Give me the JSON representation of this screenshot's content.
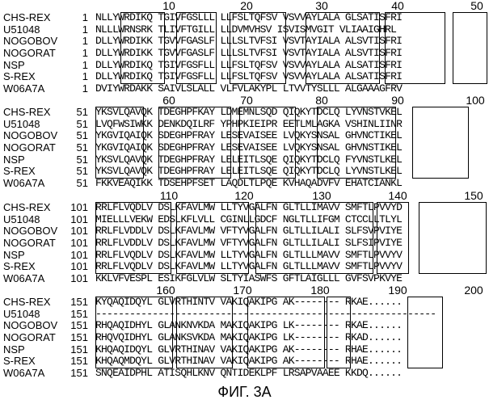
{
  "caption": "ФИГ. 3А",
  "blocks": [
    {
      "ruler": [
        "10",
        "20",
        "30",
        "40",
        "50"
      ],
      "rows": [
        {
          "name": "CHS-REX",
          "start": "1",
          "seq": "NLLYWRDIKQ TGIVFGSLLL LLFSLTQFSV VSVVAYLALA GLSATISFRI"
        },
        {
          "name": "U51048",
          "start": "1",
          "seq": "NLLLWRNSRK TLIVFTGILL LLDVMVHSV ISVISMVGIT VLIAAIGHRL"
        },
        {
          "name": "NOGOBOV",
          "start": "1",
          "seq": "DLLYWRDIKK TGVVFGASLF LLLSLTVFSI VSVTAYIALA ALSVTISFRI"
        },
        {
          "name": "NOGORAT",
          "start": "1",
          "seq": "DLLYWRDIKK TGVVFGASLF LLLSLTVFSI VSVTAYIALA ALSVTISFRI"
        },
        {
          "name": "NSP",
          "start": "1",
          "seq": "DLLYWRDIKQ TGIVFGSFLL LLFSLTQFSV VSVVAYLALA ALSATISFRI"
        },
        {
          "name": "S-REX",
          "start": "1",
          "seq": "DLLYWRDIKQ TGIVFGSFLL LLFSLTQFSV VSVVAYLALA ALSATISFRI"
        },
        {
          "name": "W06A7A",
          "start": "1",
          "seq": "DVIYWRDAKK SAIVLSLALL VLFVLAKYPL LTVVTYSLLL ALGAAAGFRV"
        }
      ]
    },
    {
      "ruler": [
        "60",
        "70",
        "80",
        "90",
        "100"
      ],
      "rows": [
        {
          "name": "CHS-REX",
          "start": "51",
          "seq": "YKSVLQAVQK TDEGHPFKAY LDMEMNLSQD QIQKYTDCLQ LYVNSTVKEL"
        },
        {
          "name": "U51048",
          "start": "51",
          "seq": "LVQFWSIWKK DENKDQILRF YPHPKIEIPR EETLMLAGKA VSHINLIINR"
        },
        {
          "name": "NOGOBOV",
          "start": "51",
          "seq": "YKGVIQAIQK SDEGHPFRAY LESEVAISEE LVQKYSNSAL GHVNCTIKEL"
        },
        {
          "name": "NOGORAT",
          "start": "51",
          "seq": "YKGVIQAIQK SDEGHPFRAY LESEVAISEE LVQKYSNSAL GHVNSTIKEL"
        },
        {
          "name": "NSP",
          "start": "51",
          "seq": "YKSVLQAVQK TDEGHPFRAY LELEITLSQE QIQKYTDCLQ FYVNSTLKEL"
        },
        {
          "name": "S-REX",
          "start": "51",
          "seq": "YKSVLQAVQK TDEGHPFRAY LELEITLSQE QIQKYTDCLQ LYVNSTLKEL"
        },
        {
          "name": "W06A7A",
          "start": "51",
          "seq": "FKKVEAQIKK TDSEHPFSET LAQDLTLPQE KVHAQADVFV EHATCIANKL"
        }
      ]
    },
    {
      "ruler": [
        "110",
        "120",
        "130",
        "140",
        "150"
      ],
      "rows": [
        {
          "name": "CHS-REX",
          "start": "101",
          "seq": "RRLFLVQDLV DSLKFAVLMW LLTYVGALFN GLTLLIMAVV SMFTLPVVYD"
        },
        {
          "name": "U51048",
          "start": "101",
          "seq": "MIELLLVEKW EDSLKFLVLL CGINLLGDCF NGLTLLIFGM CTCCLLTLYL"
        },
        {
          "name": "NOGOBOV",
          "start": "101",
          "seq": "RRLFLVDDLV DSLKFAVLMW VFTYVGALFN GLTLLILALI SLFSVPVIYE"
        },
        {
          "name": "NOGORAT",
          "start": "101",
          "seq": "RRLFLVDDLV DSLKFAVLMW VFTYVGALFN GLTLLILALI SLFSIPVIYE"
        },
        {
          "name": "NSP",
          "start": "101",
          "seq": "RRLFLVQDLV DSLKFAVLMW LLTYVGALFN GLTLLLMAVV SMFTLPVVYV"
        },
        {
          "name": "S-REX",
          "start": "101",
          "seq": "RRLFLVQDLV DSLKFAVLMW LLTYVGALFN GLTLLLMAVV SMFTLPVVYV"
        },
        {
          "name": "W06A7A",
          "start": "101",
          "seq": "KKLVFVESPL ESIKFGLVLW SLTYIASWFS GFTLAIGLLL GVFSVPKVYE"
        }
      ]
    },
    {
      "ruler": [
        "160",
        "170",
        "180",
        "190",
        "200"
      ],
      "rows": [
        {
          "name": "CHS-REX",
          "start": "151",
          "seq": "KYQAQIDQYL GLVRTHINTV VAKIQAKIPG AK-------- RKAE......"
        },
        {
          "name": "U51048",
          "start": "151",
          "seq": "------------------------------------------------------------"
        },
        {
          "name": "NOGOBOV",
          "start": "151",
          "seq": "RHQAQIDHYL GLANKNVKDA MAKIQAKIPG LK-------- RKAE......"
        },
        {
          "name": "NOGORAT",
          "start": "151",
          "seq": "RHQVQIDHYL GLANKSVKDA MAKIQAKIPG LK-------- RKAD......"
        },
        {
          "name": "NSP",
          "start": "151",
          "seq": "KHQAQIDQYL GLVRTHINAV VAKIQAKIPG AK-------- RHAE......"
        },
        {
          "name": "S-REX",
          "start": "151",
          "seq": "KHQAQMDQYL GLVRTHINAV VAKIQAKIPG AK-------- RHAE......"
        },
        {
          "name": "W06A7A",
          "start": "151",
          "seq": "SNQEAIDPHL ATISQHLKNV QNTIDEKLPF LRSAPVAAEE KKDQ......"
        }
      ]
    }
  ]
}
